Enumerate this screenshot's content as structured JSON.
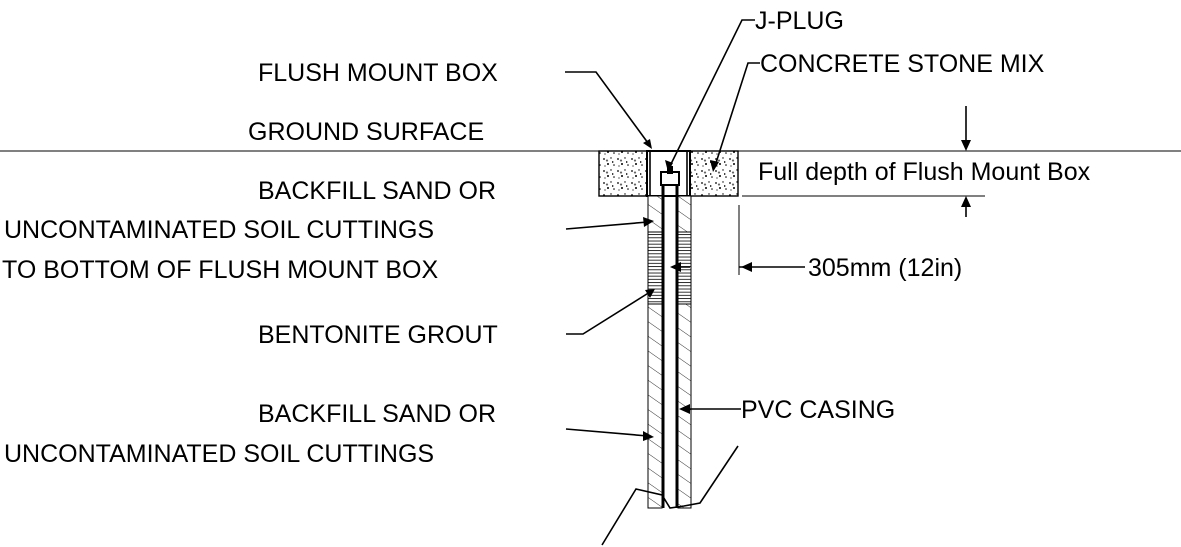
{
  "labels": {
    "j_plug": "J-PLUG",
    "flush_mount_box": "FLUSH MOUNT BOX",
    "concrete_stone_mix": "CONCRETE STONE MIX",
    "ground_surface": "GROUND SURFACE",
    "full_depth": "Full depth of Flush Mount Box",
    "backfill_upper_line1": "BACKFILL SAND OR",
    "backfill_upper_line2": "UNCONTAMINATED SOIL CUTTINGS",
    "backfill_upper_line3": "TO BOTTOM OF FLUSH MOUNT BOX",
    "dimension_305": "305mm (12in)",
    "bentonite_grout": "BENTONITE GROUT",
    "pvc_casing": "PVC CASING",
    "backfill_lower_line1": "BACKFILL SAND OR",
    "backfill_lower_line2": "UNCONTAMINATED SOIL CUTTINGS"
  },
  "colors": {
    "ink": "#000000",
    "background": "#ffffff"
  }
}
